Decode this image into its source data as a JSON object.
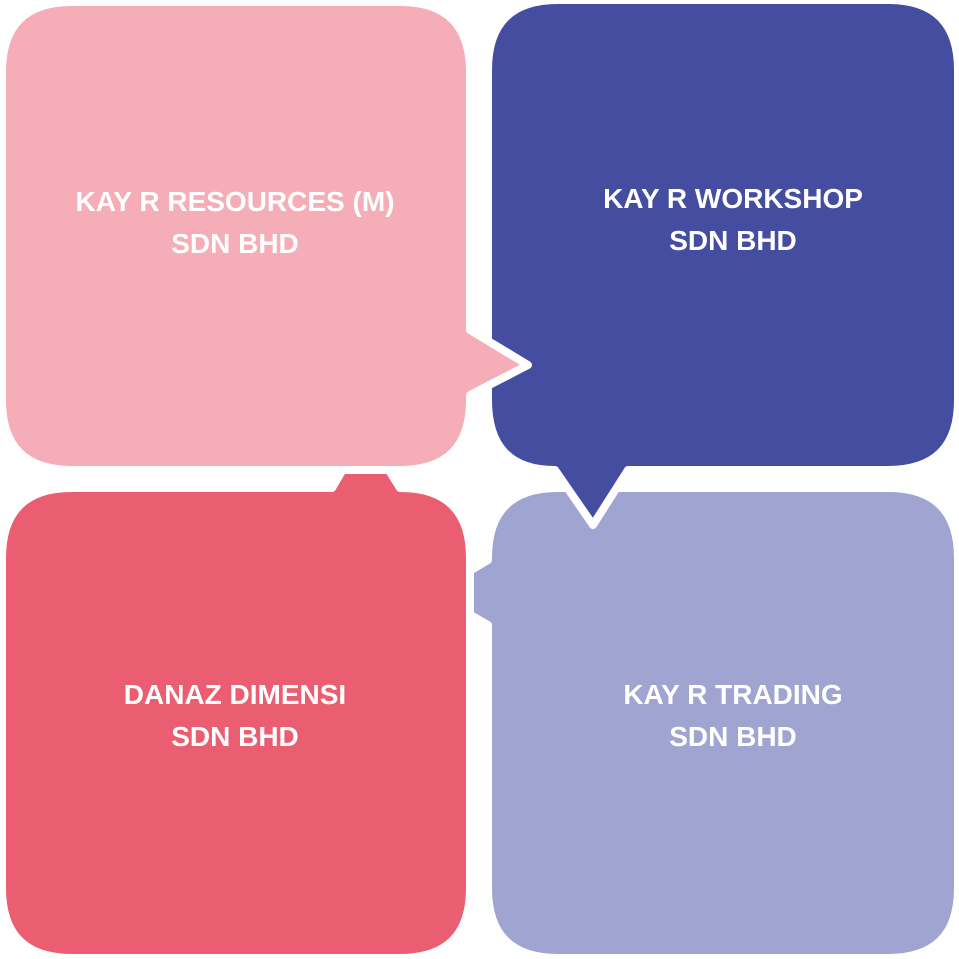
{
  "colors": {
    "pink": "#F5ADB7",
    "navy": "#444DA0",
    "red": "#EB5E71",
    "lavender": "#A0A4D0"
  },
  "bubbles": [
    {
      "line1": "KAY R RESOURCES (M)",
      "line2": "SDN BHD"
    },
    {
      "line1": "KAY R WORKSHOP",
      "line2": "SDN BHD"
    },
    {
      "line1": "DANAZ DIMENSI",
      "line2": "SDN BHD"
    },
    {
      "line1": "KAY R TRADING",
      "line2": "SDN BHD"
    }
  ]
}
